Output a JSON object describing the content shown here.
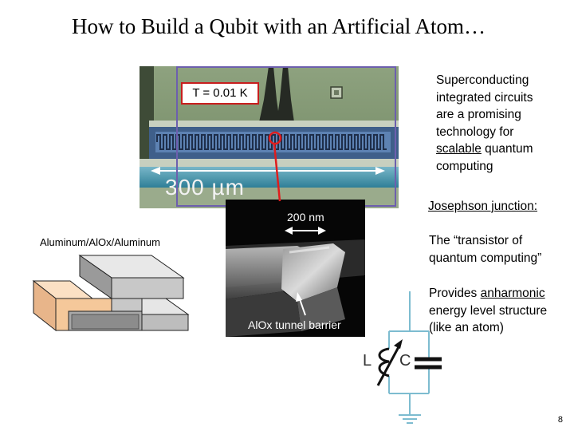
{
  "slide": {
    "title": "How to Build a Qubit with an Artificial Atom…",
    "page_number": "8"
  },
  "micrograph": {
    "temperature_label": "T = 0.01 K",
    "scale_label": "300 µm"
  },
  "sem": {
    "scale_label": "200 nm",
    "barrier_label": "AlOx tunnel barrier"
  },
  "junction_label": "Aluminum/AlOx/Aluminum",
  "right_text": {
    "para1_lines": [
      "Superconducting",
      "integrated circuits",
      "are a promising",
      "technology for"
    ],
    "para1_scalable": "scalable",
    "para1_tail": " quantum",
    "para1_last": "computing",
    "heading": "Josephson junction:",
    "para2_lines": [
      "The “transistor of",
      "quantum computing”"
    ],
    "para3_prefix": "Provides ",
    "para3_anharmonic": "anharmonic",
    "para3_lines": [
      "energy level structure",
      "(like an atom)"
    ]
  },
  "circuit": {
    "label_L": "L",
    "label_C": "C"
  },
  "colors": {
    "frame": "#6d5fae",
    "highlight_red": "#c81e1e",
    "circuit_teal": "#7dbcd0",
    "aluminum_orange": "#f5c89a"
  }
}
